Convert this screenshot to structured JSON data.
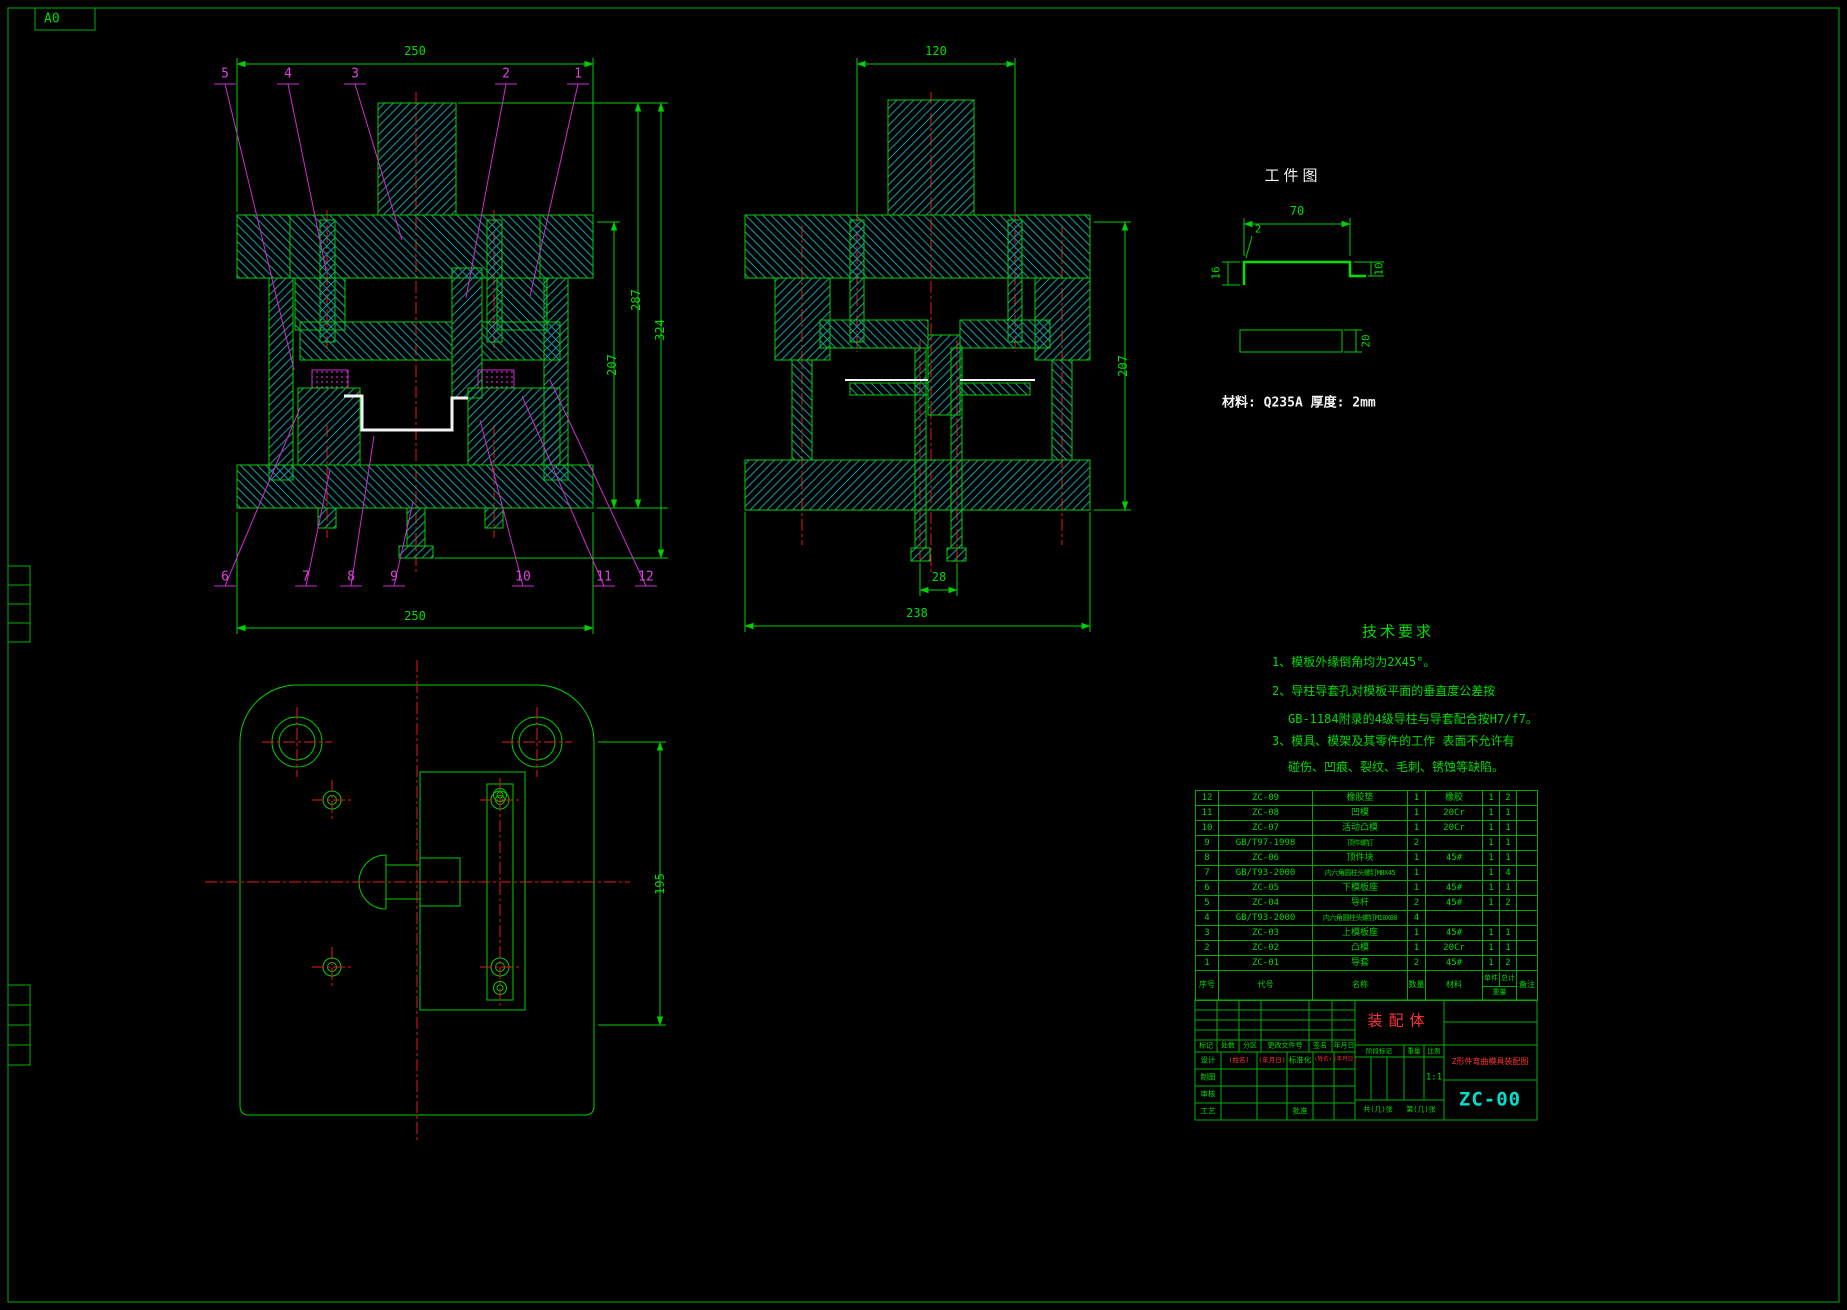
{
  "sheet": {
    "format": "A0"
  },
  "colors": {
    "line_green": "#00cf00",
    "hatch_cyan": "#18909a",
    "centerline_red": "#e81818",
    "balloon_magenta": "#e040e0",
    "workpiece_white": "#f2f2f2",
    "title_red": "#ff3232",
    "drawing_no_cyan": "#00e0cc"
  },
  "front_view": {
    "dim_top": "250",
    "dim_bottom": "250",
    "dim_right_inner": "207",
    "dim_right_mid": "287",
    "dim_right_outer": "324",
    "balloons_top": [
      "5",
      "4",
      "3",
      "2",
      "1"
    ],
    "balloons_bottom": [
      "6",
      "7",
      "8",
      "9",
      "10",
      "11",
      "12"
    ]
  },
  "side_view": {
    "dim_top": "120",
    "dim_right": "207",
    "dim_bolt_spacing": "28",
    "dim_bottom": "238"
  },
  "top_view": {
    "dim_right": "195"
  },
  "workpiece": {
    "title": "工件图",
    "dim_width": "70",
    "dim_thickness": "2",
    "dim_left_leg": "16",
    "dim_right_leg": "10",
    "dim_blank": "20",
    "material_note": "材料: Q235A    厚度: 2mm"
  },
  "tech_req": {
    "title": "技术要求",
    "line1": "1、模板外缘倒角均为2X45°。",
    "line2": "2、导柱导套孔对模板平面的垂直度公差按",
    "line3": "GB-1184附录的4级导柱与导套配合按H7/f7。",
    "line4": "3、模具、模架及其零件的工作 表面不允许有",
    "line5": "碰伤、凹痕、裂纹、毛刺、锈蚀等缺陷。"
  },
  "bom": {
    "headers": {
      "no": "序号",
      "code": "代号",
      "name": "名称",
      "qty": "数量",
      "material": "材料",
      "unit": "单件",
      "total": "总计",
      "weight": "重量",
      "remark": "备注"
    },
    "rows": [
      {
        "no": "12",
        "code": "ZC-09",
        "name": "橡胶垫",
        "qty": "1",
        "material": "橡胶",
        "unit": "1",
        "total": "2"
      },
      {
        "no": "11",
        "code": "ZC-08",
        "name": "凹模",
        "qty": "1",
        "material": "20Cr",
        "unit": "1",
        "total": "1"
      },
      {
        "no": "10",
        "code": "ZC-07",
        "name": "活动凸模",
        "qty": "1",
        "material": "20Cr",
        "unit": "1",
        "total": "1"
      },
      {
        "no": "9",
        "code": "GB/T97-1998",
        "name": "顶件螺钉",
        "qty": "2",
        "material": "",
        "unit": "1",
        "total": "1"
      },
      {
        "no": "8",
        "code": "ZC-06",
        "name": "顶件块",
        "qty": "1",
        "material": "45#",
        "unit": "1",
        "total": "1"
      },
      {
        "no": "7",
        "code": "GB/T93-2000",
        "name": "内六角圆柱头螺钉M8X45",
        "qty": "1",
        "material": "",
        "unit": "1",
        "total": "4"
      },
      {
        "no": "6",
        "code": "ZC-05",
        "name": "下模板座",
        "qty": "1",
        "material": "45#",
        "unit": "1",
        "total": "1"
      },
      {
        "no": "5",
        "code": "ZC-04",
        "name": "导杆",
        "qty": "2",
        "material": "45#",
        "unit": "1",
        "total": "2"
      },
      {
        "no": "4",
        "code": "GB/T93-2000",
        "name": "内六角圆柱头螺钉M10X80",
        "qty": "4",
        "material": "",
        "unit": "",
        "total": ""
      },
      {
        "no": "3",
        "code": "ZC-03",
        "name": "上模板座",
        "qty": "1",
        "material": "45#",
        "unit": "1",
        "total": "1"
      },
      {
        "no": "2",
        "code": "ZC-02",
        "name": "凸模",
        "qty": "1",
        "material": "20Cr",
        "unit": "1",
        "total": "1"
      },
      {
        "no": "1",
        "code": "ZC-01",
        "name": "导套",
        "qty": "2",
        "material": "45#",
        "unit": "1",
        "total": "2"
      }
    ]
  },
  "title_block": {
    "assembly_name": "装配体",
    "drawing_title": "Z形件弯曲模具装配图",
    "drawing_no": "ZC-00",
    "scale_value": "1:1",
    "stage_mark": "阶段标记",
    "weight": "重量",
    "scale": "比例",
    "sheets_total": "共(几)张",
    "sheet_no": "第(几)张",
    "rev_headers": {
      "mark": "标记",
      "count": "处数",
      "zone": "分区",
      "doc_no": "更改文件号",
      "sign": "签名",
      "date": "年月日"
    },
    "roles": {
      "design": "设计",
      "draft": "制图",
      "check": "审核",
      "process": "工艺",
      "standard": "标准化",
      "approve": "批准"
    },
    "placeholders": {
      "name": "(姓名)",
      "date": "(年月日)"
    }
  }
}
